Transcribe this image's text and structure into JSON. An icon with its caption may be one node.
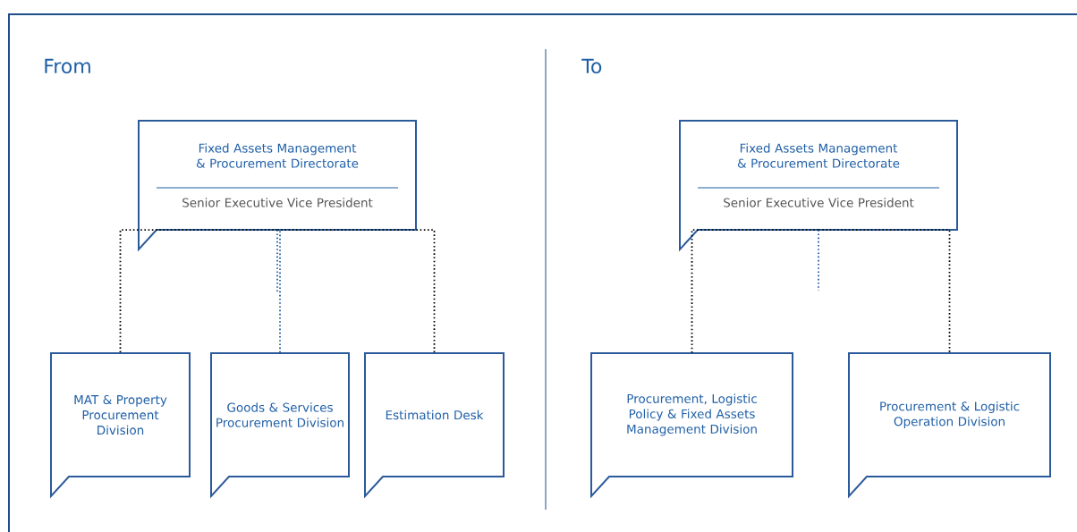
{
  "diagram": {
    "nodes": [
      {
        "text": [
          "Fixed Assets Management & Procurement Directorate",
          "Senior Executive Vice President"
        ]
      },
      {
        "text": [
          "MAT & Property Procurement Division"
        ]
      },
      {
        "text": [
          "Goods & Services Procurement Division"
        ]
      },
      {
        "text": [
          "Estimation Desk"
        ]
      },
      {
        "text": [
          "Fixed Assets Management & Procurement Directorate",
          "Senior Executive Vice President"
        ]
      },
      {
        "text": [
          "Procurement, Logistic Policy & Fixed Assets Management Division"
        ]
      },
      {
        "text": [
          "Procurement & Logistic Operation Division"
        ]
      }
    ],
    "edges": [
      {
        "from": 0,
        "to": 1,
        "arrow": "none",
        "style": "dashed"
      },
      {
        "from": 0,
        "to": 2,
        "arrow": "none",
        "style": "dashed",
        "color": "#1f5fa6"
      },
      {
        "from": 0,
        "to": 3,
        "arrow": "none",
        "style": "dashed"
      },
      {
        "from": 4,
        "to": 5,
        "arrow": "none",
        "style": "dashed"
      },
      {
        "from": 4,
        "to": 6,
        "arrow": "none",
        "style": "dashed"
      }
    ],
    "labels": [
      "From",
      "To"
    ]
  }
}
